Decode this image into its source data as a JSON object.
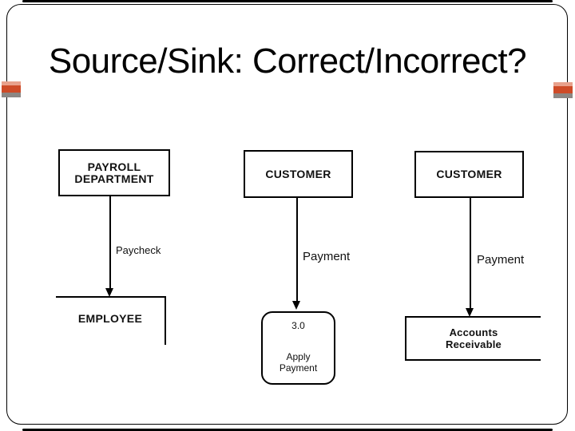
{
  "slide": {
    "title": "Source/Sink: Correct/Incorrect?",
    "accent_bar_colors": [
      "#E8A18C",
      "#CE4B28",
      "#8C8784"
    ],
    "border_color": "#000000",
    "background_color": "#FFFFFF"
  },
  "diagrams": {
    "payroll": {
      "source_line1": "PAYROLL",
      "source_line2": "DEPARTMENT",
      "flow_label": "Paycheck",
      "sink_label": "EMPLOYEE"
    },
    "apply_payment": {
      "source_label": "CUSTOMER",
      "flow_label": "Payment",
      "process_number": "3.0",
      "process_line1": "Apply",
      "process_line2": "Payment"
    },
    "accounts": {
      "source_label": "CUSTOMER",
      "flow_label": "Payment",
      "sink_line1": "Accounts",
      "sink_line2": "Receivable"
    }
  }
}
